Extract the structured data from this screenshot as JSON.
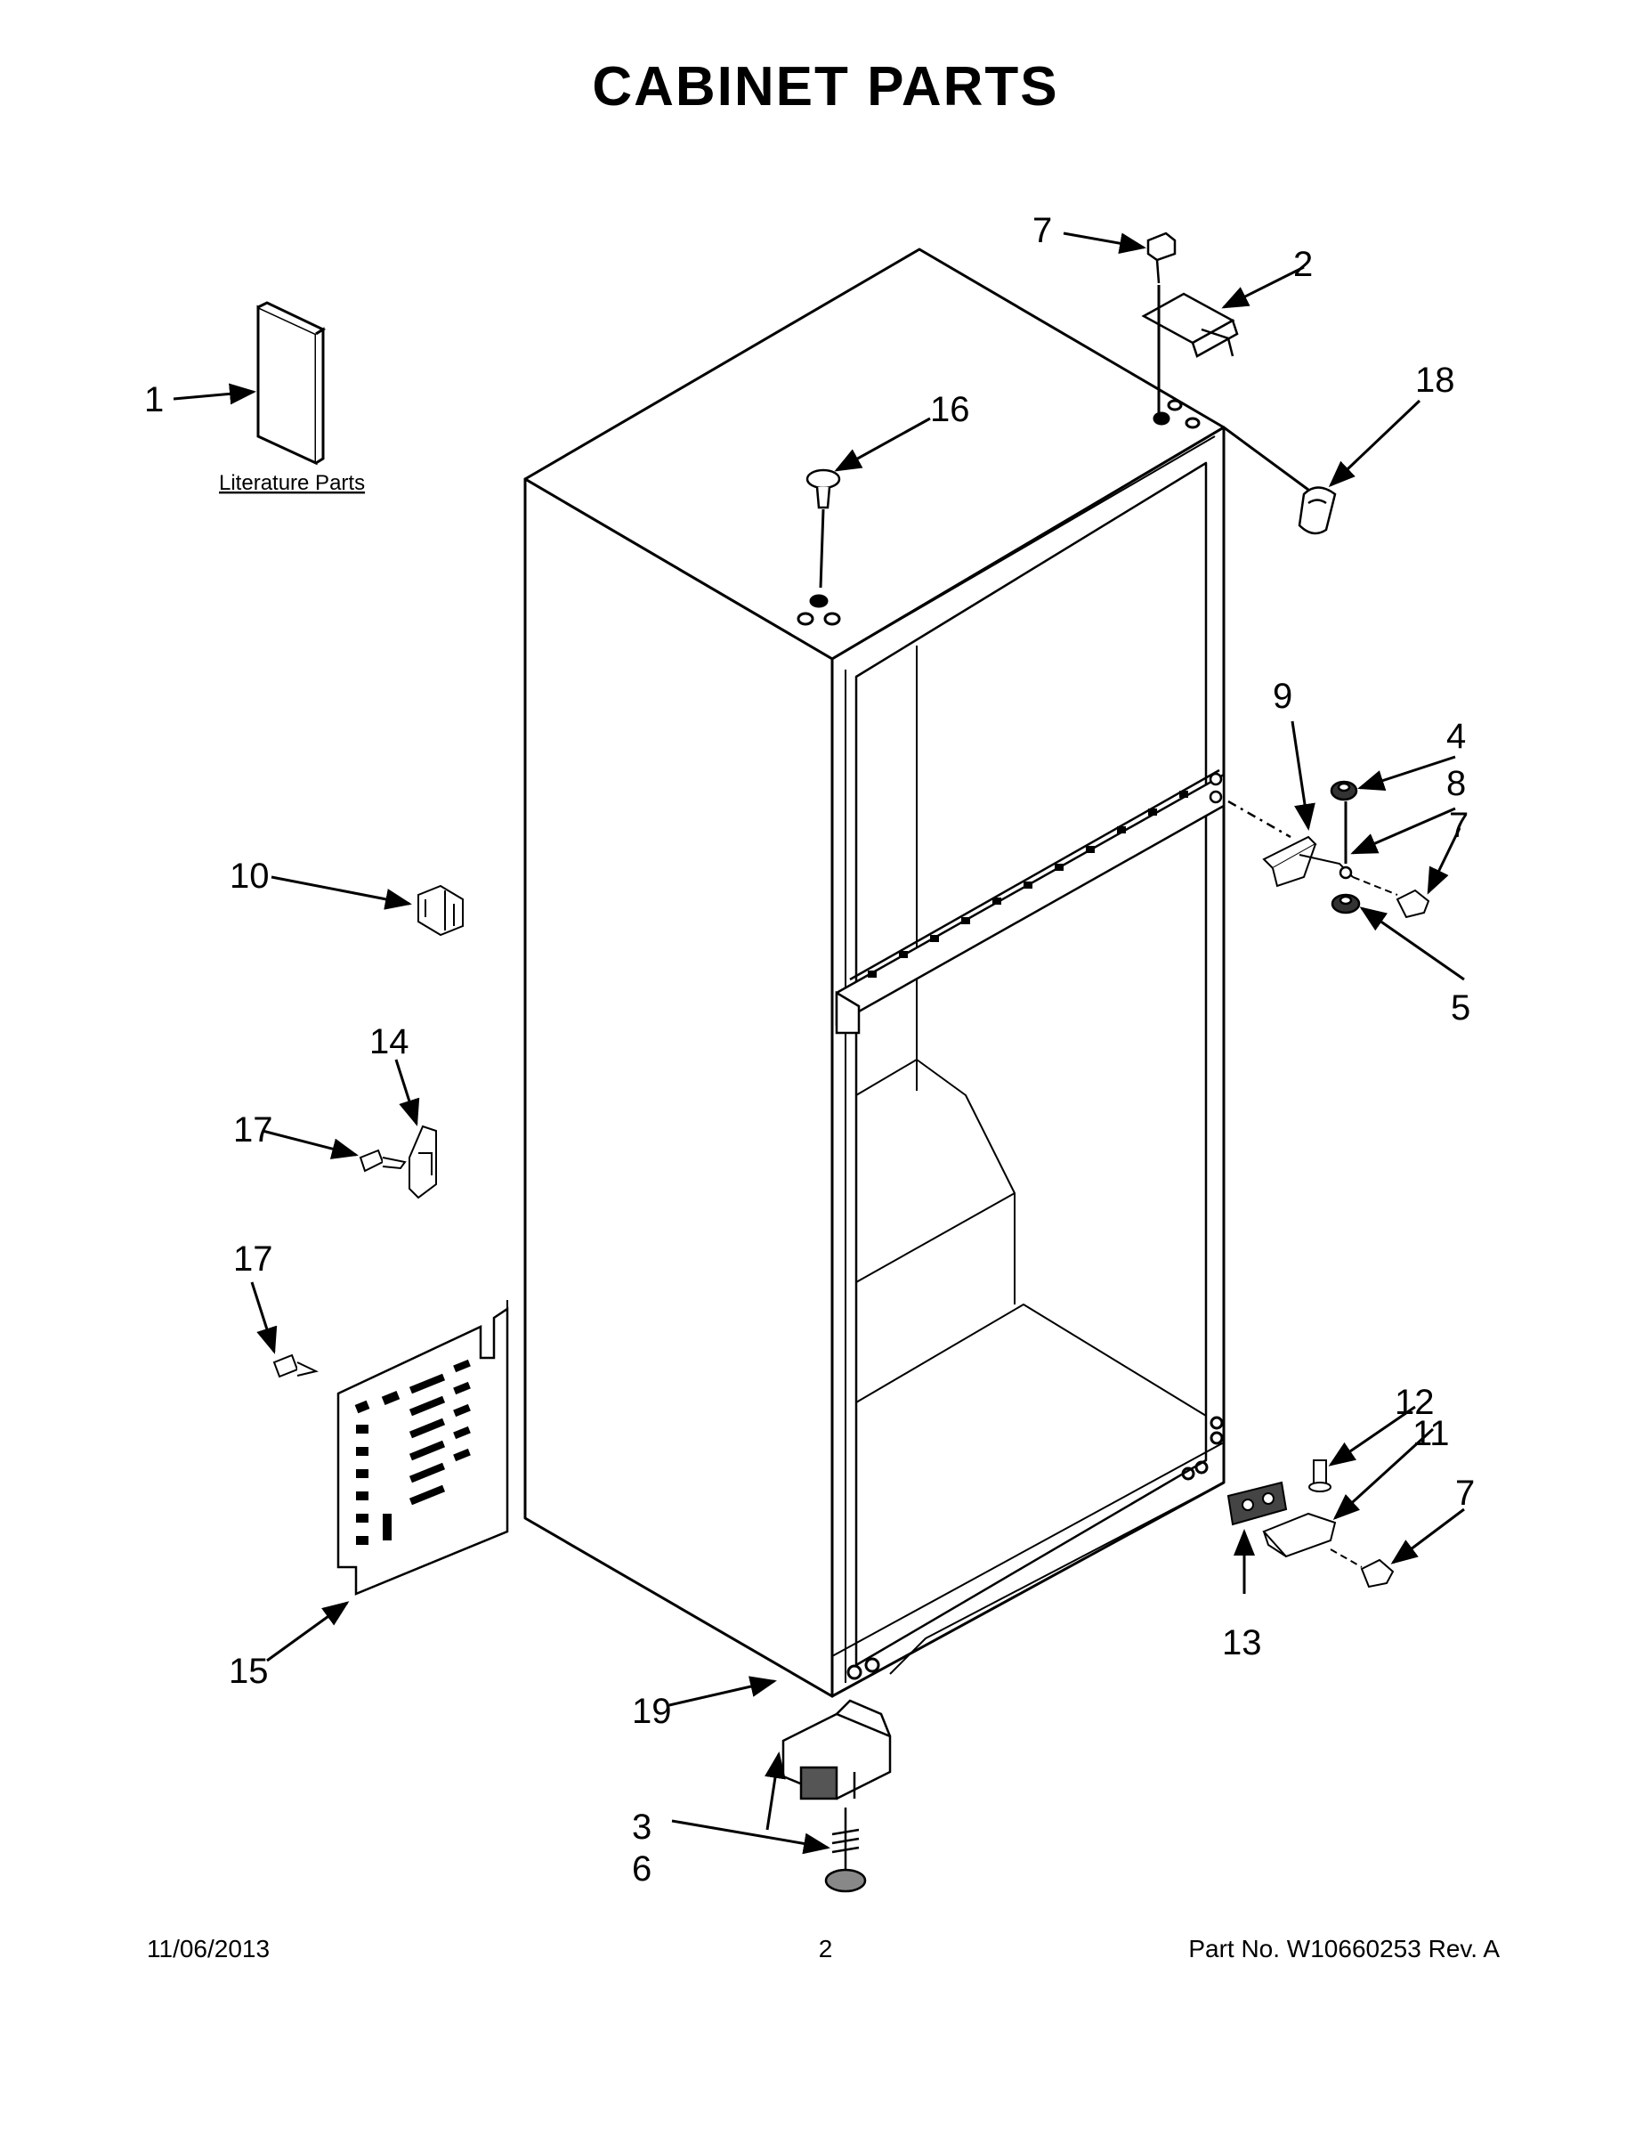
{
  "title": "CABINET PARTS",
  "literature_label": "Literature Parts",
  "callouts": {
    "c1": "1",
    "c2": "2",
    "c3": "3",
    "c4": "4",
    "c5": "5",
    "c6": "6",
    "c7a": "7",
    "c7b": "7",
    "c7c": "7",
    "c8": "8",
    "c9": "9",
    "c10": "10",
    "c11": "11",
    "c12": "12",
    "c13": "13",
    "c14": "14",
    "c15": "15",
    "c16": "16",
    "c17a": "17",
    "c17b": "17",
    "c18": "18",
    "c19": "19"
  },
  "footer": {
    "date": "11/06/2013",
    "page": "2",
    "part_no": "Part No.  W10660253  Rev.  A"
  }
}
